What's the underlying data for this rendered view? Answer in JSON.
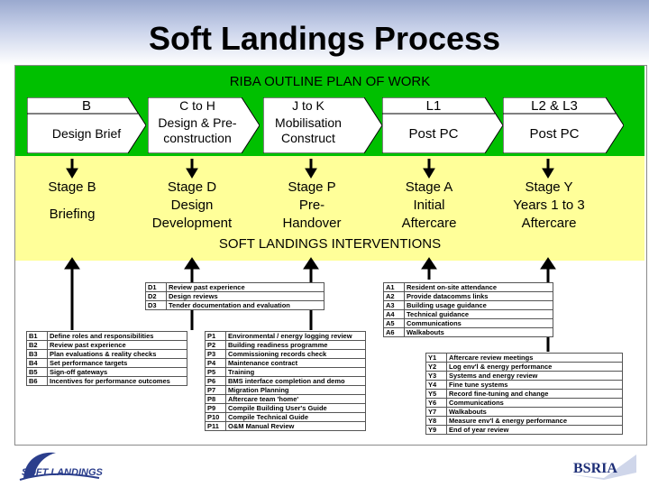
{
  "title": "Soft Landings Process",
  "riba_heading": "RIBA OUTLINE PLAN OF WORK",
  "riba_stages": [
    {
      "code": "B",
      "name": "Design Brief"
    },
    {
      "code": "C to H",
      "name": "Design & Pre-construction"
    },
    {
      "code": "J to K",
      "name": "Mobilisation Construct"
    },
    {
      "code": "L1",
      "name": "Post PC"
    },
    {
      "code": "L2 & L3",
      "name": "Post PC"
    }
  ],
  "sl_stages": [
    {
      "title": "Stage B",
      "desc": "Briefing"
    },
    {
      "title": "Stage D",
      "desc": "Design Development"
    },
    {
      "title": "Stage P",
      "desc": "Pre-Handover"
    },
    {
      "title": "Stage A",
      "desc": "Initial Aftercare"
    },
    {
      "title": "Stage Y",
      "desc": "Years 1 to 3 Aftercare"
    }
  ],
  "interventions_heading": "SOFT LANDINGS INTERVENTIONS",
  "table_b": [
    [
      "B1",
      "Define roles and responsibilities"
    ],
    [
      "B2",
      "Review past experience"
    ],
    [
      "B3",
      "Plan evaluations & reality checks"
    ],
    [
      "B4",
      "Set performance targets"
    ],
    [
      "B5",
      "Sign-off gateways"
    ],
    [
      "B6",
      "Incentives for performance outcomes"
    ]
  ],
  "table_d": [
    [
      "D1",
      "Review past experience"
    ],
    [
      "D2",
      "Design reviews"
    ],
    [
      "D3",
      "Tender documentation and evaluation"
    ]
  ],
  "table_p": [
    [
      "P1",
      "Environmental / energy logging review"
    ],
    [
      "P2",
      "Building readiness programme"
    ],
    [
      "P3",
      "Commissioning records check"
    ],
    [
      "P4",
      "Maintenance contract"
    ],
    [
      "P5",
      "Training"
    ],
    [
      "P6",
      "BMS interface completion and demo"
    ],
    [
      "P7",
      "Migration Planning"
    ],
    [
      "P8",
      "Aftercare team 'home'"
    ],
    [
      "P9",
      "Compile Building User's Guide"
    ],
    [
      "P10",
      "Compile Technical Guide"
    ],
    [
      "P11",
      "O&M Manual Review"
    ]
  ],
  "table_a": [
    [
      "A1",
      "Resident on-site attendance"
    ],
    [
      "A2",
      "Provide datacomms links"
    ],
    [
      "A3",
      "Building usage guidance"
    ],
    [
      "A4",
      "Technical guidance"
    ],
    [
      "A5",
      "Communications"
    ],
    [
      "A6",
      "Walkabouts"
    ]
  ],
  "table_y": [
    [
      "Y1",
      "Aftercare review meetings"
    ],
    [
      "Y2",
      "Log env'l & energy performance"
    ],
    [
      "Y3",
      "Systems and energy review"
    ],
    [
      "Y4",
      "Fine tune systems"
    ],
    [
      "Y5",
      "Record fine-tuning and change"
    ],
    [
      "Y6",
      "Communications"
    ],
    [
      "Y7",
      "Walkabouts"
    ],
    [
      "Y8",
      "Measure env'l & energy performance"
    ],
    [
      "Y9",
      "End of year review"
    ]
  ],
  "logos": {
    "left": "SOFT LANDINGS",
    "right": "BSRIA"
  },
  "colors": {
    "green_band": "#00c000",
    "yellow_band": "#ffff99",
    "chevron": "#ffffff"
  }
}
